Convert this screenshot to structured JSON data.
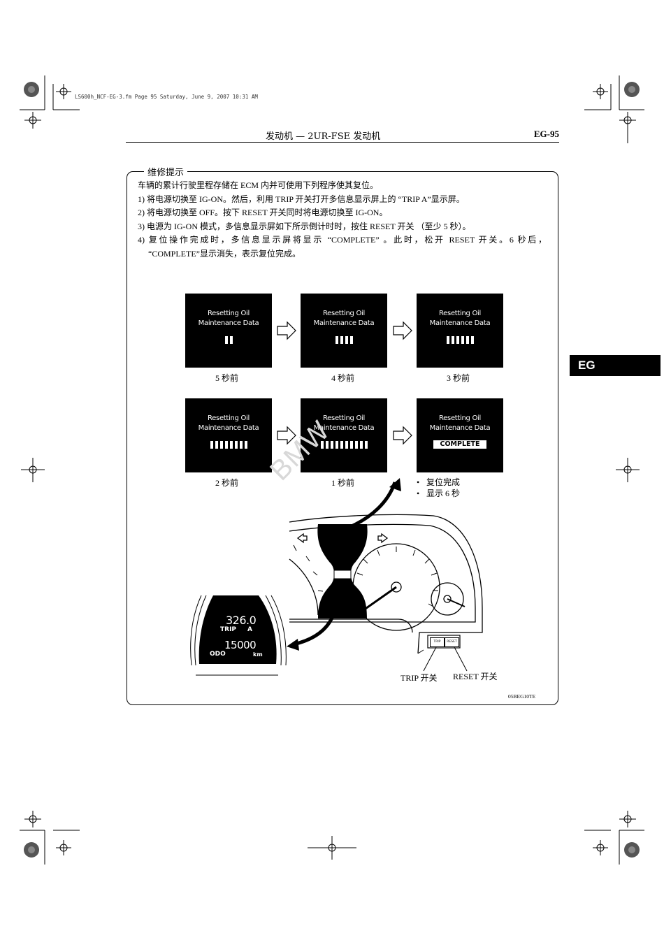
{
  "print_line": "LS600h_NCF-EG-3.fm  Page 95  Saturday, June 9, 2007  10:31 AM",
  "header": {
    "title": "发动机 — 2UR-FSE 发动机",
    "page": "EG-95"
  },
  "side_tab": "EG",
  "note": {
    "title": "维修提示",
    "lines": [
      "车辆的累计行驶里程存储在 ECM 内并可使用下列程序使其复位。",
      "1) 将电源切换至 IG-ON。然后，利用 TRIP 开关打开多信息显示屏上的 “TRIP A”显示屏。",
      "2) 将电源切换至 OFF。按下 RESET 开关同时将电源切换至 IG-ON。",
      "3) 电源为 IG-ON 模式，多信息显示屏如下所示倒计时时，按住 RESET 开关 （至少 5 秒）。",
      "4) 复位操作完成时，多信息显示屏将显示 “COMPLETE” 。此时，松开 RESET 开关。6 秒后，",
      "“COMPLETE”显示消失，表示复位完成。"
    ]
  },
  "screens": [
    {
      "line1": "Resetting Oil",
      "line2": "Maintenance Data",
      "bars": 2,
      "caption": "5 秒前"
    },
    {
      "line1": "Resetting Oil",
      "line2": "Maintenance Data",
      "bars": 4,
      "caption": "4 秒前"
    },
    {
      "line1": "Resetting Oil",
      "line2": "Maintenance Data",
      "bars": 6,
      "caption": "3 秒前"
    },
    {
      "line1": "Resetting Oil",
      "line2": "Maintenance Data",
      "bars": 8,
      "caption": "2 秒前"
    },
    {
      "line1": "Resetting Oil",
      "line2": "Maintenance Data",
      "bars": 10,
      "caption": "1 秒前"
    },
    {
      "line1": "Resetting Oil",
      "line2": "Maintenance Data",
      "complete": "COMPLETE"
    }
  ],
  "result_bullets": [
    "复位完成",
    "显示 6 秒"
  ],
  "odometer": {
    "trip_value": "326.0",
    "trip_label": "TRIP",
    "trip_id": "A",
    "odo_value": "15000",
    "odo_label": "ODO",
    "odo_unit": "km"
  },
  "switches": {
    "trip_btn": "TRIP",
    "reset_btn": "RESET",
    "trip_label": "TRIP 开关",
    "reset_label": "RESET 开关"
  },
  "figure_code": "05BEG10TE",
  "watermark": "BMW"
}
